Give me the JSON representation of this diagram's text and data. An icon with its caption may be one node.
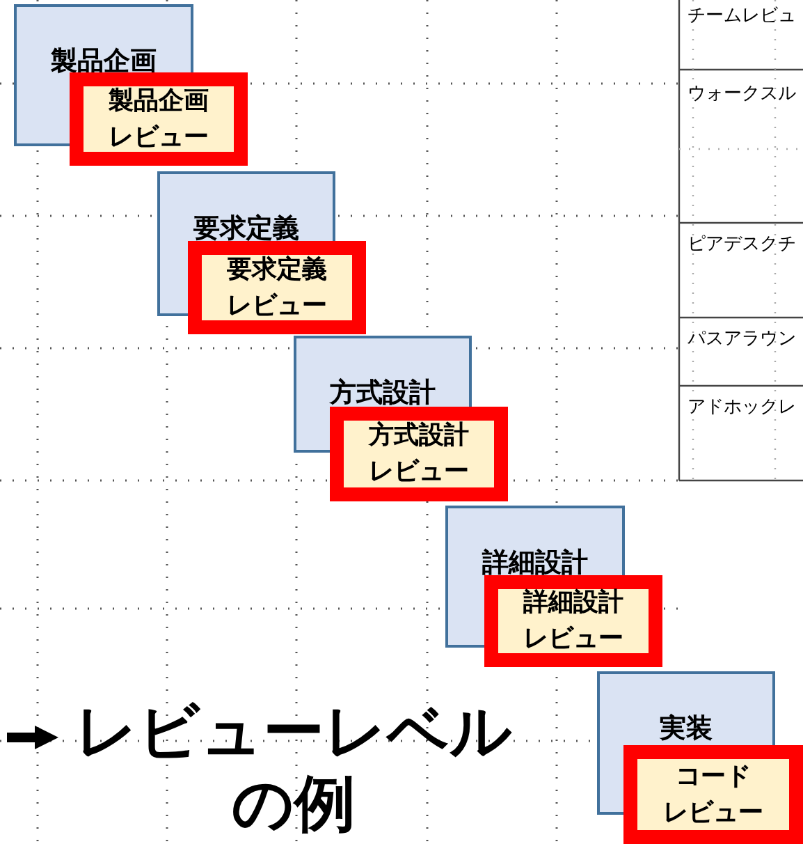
{
  "diagram": {
    "nodes": [
      {
        "text": [
          "製品企画"
        ]
      },
      {
        "text": [
          "製品企画",
          "レビュー"
        ]
      },
      {
        "text": [
          "要求定義"
        ]
      },
      {
        "text": [
          "要求定義",
          "レビュー"
        ]
      },
      {
        "text": [
          "方式設計"
        ]
      },
      {
        "text": [
          "方式設計",
          "レビュー"
        ]
      },
      {
        "text": [
          "詳細設計"
        ]
      },
      {
        "text": [
          "詳細設計",
          "レビュー"
        ]
      },
      {
        "text": [
          "実装"
        ]
      },
      {
        "text": [
          "コード",
          "レビュー"
        ]
      }
    ],
    "labels": [
      "チームレビュ",
      "ウォークスル",
      "ピアデスクチ",
      "パスアラウン",
      "アドホックレ",
      "レビューレベルの例"
    ]
  }
}
